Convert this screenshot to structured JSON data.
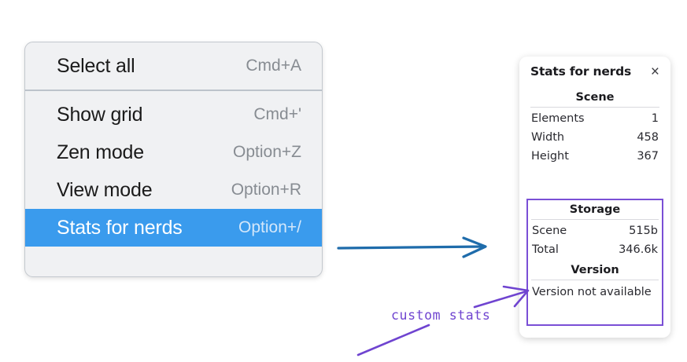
{
  "context_menu": {
    "groups": [
      {
        "items": [
          {
            "label": "Select all",
            "shortcut": "Cmd+A",
            "selected": false
          }
        ]
      },
      {
        "items": [
          {
            "label": "Show grid",
            "shortcut": "Cmd+'",
            "selected": false
          },
          {
            "label": "Zen mode",
            "shortcut": "Option+Z",
            "selected": false
          },
          {
            "label": "View mode",
            "shortcut": "Option+R",
            "selected": false
          },
          {
            "label": "Stats for nerds",
            "shortcut": "Option+/",
            "selected": true
          }
        ]
      }
    ],
    "highlight_color": "#3a9bed",
    "background_color": "#f0f1f3"
  },
  "stats_panel": {
    "title": "Stats for nerds",
    "close_icon": "×",
    "sections": [
      {
        "name": "Scene",
        "heading": "Scene",
        "rows": [
          {
            "key": "Elements",
            "value": "1"
          },
          {
            "key": "Width",
            "value": "458"
          },
          {
            "key": "Height",
            "value": "367"
          }
        ]
      },
      {
        "name": "Storage",
        "heading": "Storage",
        "rows": [
          {
            "key": "Scene",
            "value": "515b"
          },
          {
            "key": "Total",
            "value": "346.6k"
          }
        ]
      },
      {
        "name": "Version",
        "heading": "Version",
        "single_value": "Version not available"
      }
    ],
    "custom_region_color": "#7a4fd6"
  },
  "annotations": {
    "label": "custom stats",
    "label_color": "#6f44d0",
    "arrow_blue_color": "#1f6cab",
    "arrow_purple_color": "#6f44d0"
  }
}
